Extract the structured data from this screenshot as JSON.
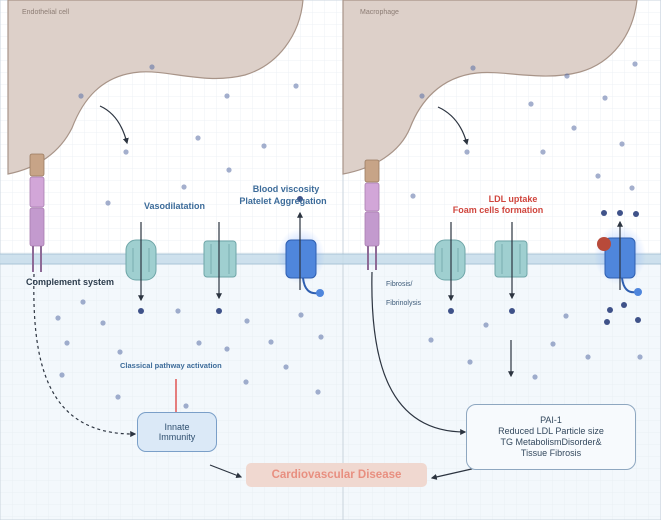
{
  "left_panel": {
    "title": "Endothelial cell",
    "labels": {
      "vasodilatation": "Vasodilatation",
      "blood_viscosity": "Blood viscosity",
      "platelet_aggregation": "Platelet Aggregation",
      "complement_system": "Complement system",
      "classical_pathway": "Classical pathway activation"
    },
    "innate_box": {
      "line1": "Innate",
      "line2": "Immunity"
    }
  },
  "right_panel": {
    "title": "Macrophage",
    "labels": {
      "ldl_uptake": "LDL uptake",
      "foam_cells": "Foam cells formation",
      "fibrosis": "Fibrosis/",
      "fibrinolysis": "Fibrinolysis"
    },
    "pai_box": {
      "line1": "PAI-1",
      "line2": "Reduced LDL Particle size",
      "line3": "TG MetabolismDisorder&",
      "line4": "Tissue Fibrosis"
    }
  },
  "outcome": {
    "label": "Cardiovascular Disease"
  },
  "colors": {
    "cell_fill": "#ddd0c9",
    "membrane": "#b8d4e4",
    "channel": "#9fcfd0",
    "activated_channel": "#4f86dc",
    "dot": "#5a6fa6",
    "inhibit_line": "#e05555",
    "text_blue": "#3d6c9a",
    "text_red": "#d0463e"
  }
}
